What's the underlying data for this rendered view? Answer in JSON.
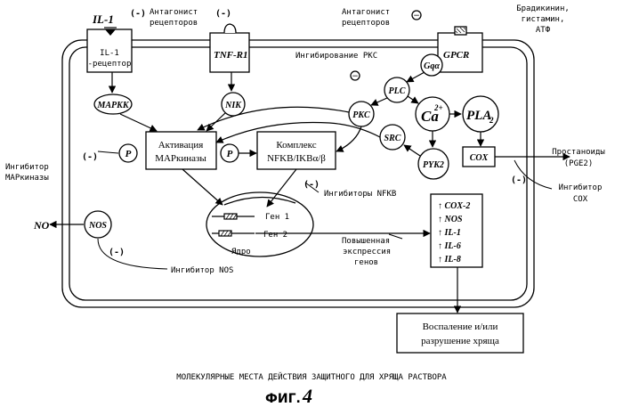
{
  "receptors": {
    "il1": "IL-1",
    "il1_receptor_line1": "IL-1",
    "il1_receptor_line2": "-рецептор",
    "tnf": "TNF-R1",
    "gpcr": "GPCR"
  },
  "marks": {
    "minus_paren": "(-)",
    "minus_circle": "−"
  },
  "labels": {
    "antagonist_left_1": "Антагонист",
    "antagonist_left_2": "рецепторов",
    "antagonist_right_1": "Антагонист",
    "antagonist_right_2": "рецепторов",
    "bradykinin_1": "Брадикинин,",
    "bradykinin_2": "гистамин,",
    "bradykinin_3": "АТФ",
    "pkc_inhibition": "Ингибирование РКС",
    "mapkinase_inhibitor_1": "Ингибитор",
    "mapkinase_inhibitor_2": "МАРкиназы",
    "nfkb_inhibitors": "Ингибиторы NFKB",
    "nos_inhibitor": "Ингибитор NOS",
    "cox_inhibitor_1": "Ингибитор",
    "cox_inhibitor_2": "COX",
    "prostanoids_1": "Простаноиды",
    "prostanoids_2": "(PGE2)",
    "expression_1": "Повышенная",
    "expression_2": "экспрессия",
    "expression_3": "генов",
    "gene1": "Ген 1",
    "gene2": "Ген 2",
    "nucleus": "Ядро",
    "no": "NO"
  },
  "nodes": {
    "mapkk": "MAPKK",
    "nik": "NIK",
    "gq": "Gqα",
    "plc": "PLC",
    "pkc": "PKC",
    "ca": "Ca",
    "ca_sup": "2+",
    "pla": "PLA",
    "pla_sub": "2",
    "src": "SRC",
    "pyk": "PYK2",
    "cox": "COX",
    "p1": "P",
    "p2": "P",
    "nos": "NOS",
    "activation_1": "Активация",
    "activation_2": "МАРкиназы",
    "complex_1": "Комплекс",
    "complex_2": "NFKB/IKBα/β"
  },
  "genes": [
    "COX-2",
    "NOS",
    "IL-1",
    "IL-6",
    "IL-8"
  ],
  "outcome": {
    "line1": "Воспаление и/или",
    "line2": "разрушение хряща"
  },
  "caption": "МОЛЕКУЛЯРНЫЕ МЕСТА ДЕЙСТВИЯ ЗАЩИТНОГО ДЛЯ ХРЯЩА РАСТВОРА",
  "figure": {
    "prefix": "ФИГ.",
    "number": "4"
  }
}
